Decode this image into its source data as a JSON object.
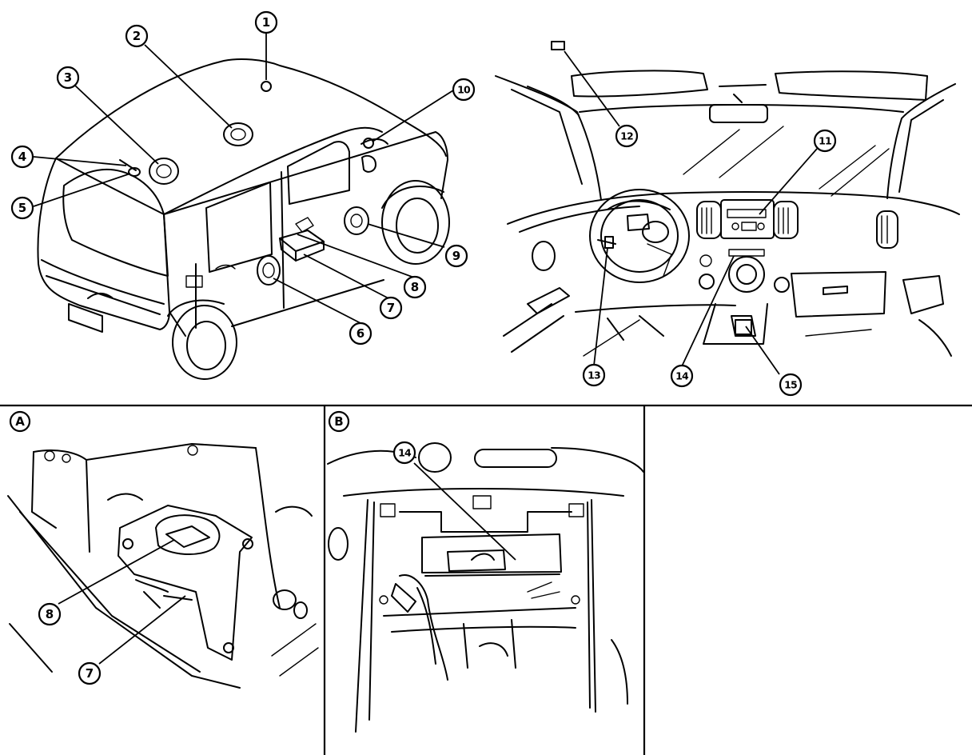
{
  "panels": {
    "A": {
      "label": "A"
    },
    "B": {
      "label": "B"
    }
  },
  "callouts": {
    "c1": "1",
    "c2": "2",
    "c3": "3",
    "c4": "4",
    "c5": "5",
    "c6": "6",
    "c7": "7",
    "c8": "8",
    "c9": "9",
    "c10": "10",
    "c11": "11",
    "c12": "12",
    "c13": "13",
    "c14": "14",
    "c15": "15",
    "a8": "8",
    "a7": "7",
    "b14": "14"
  }
}
